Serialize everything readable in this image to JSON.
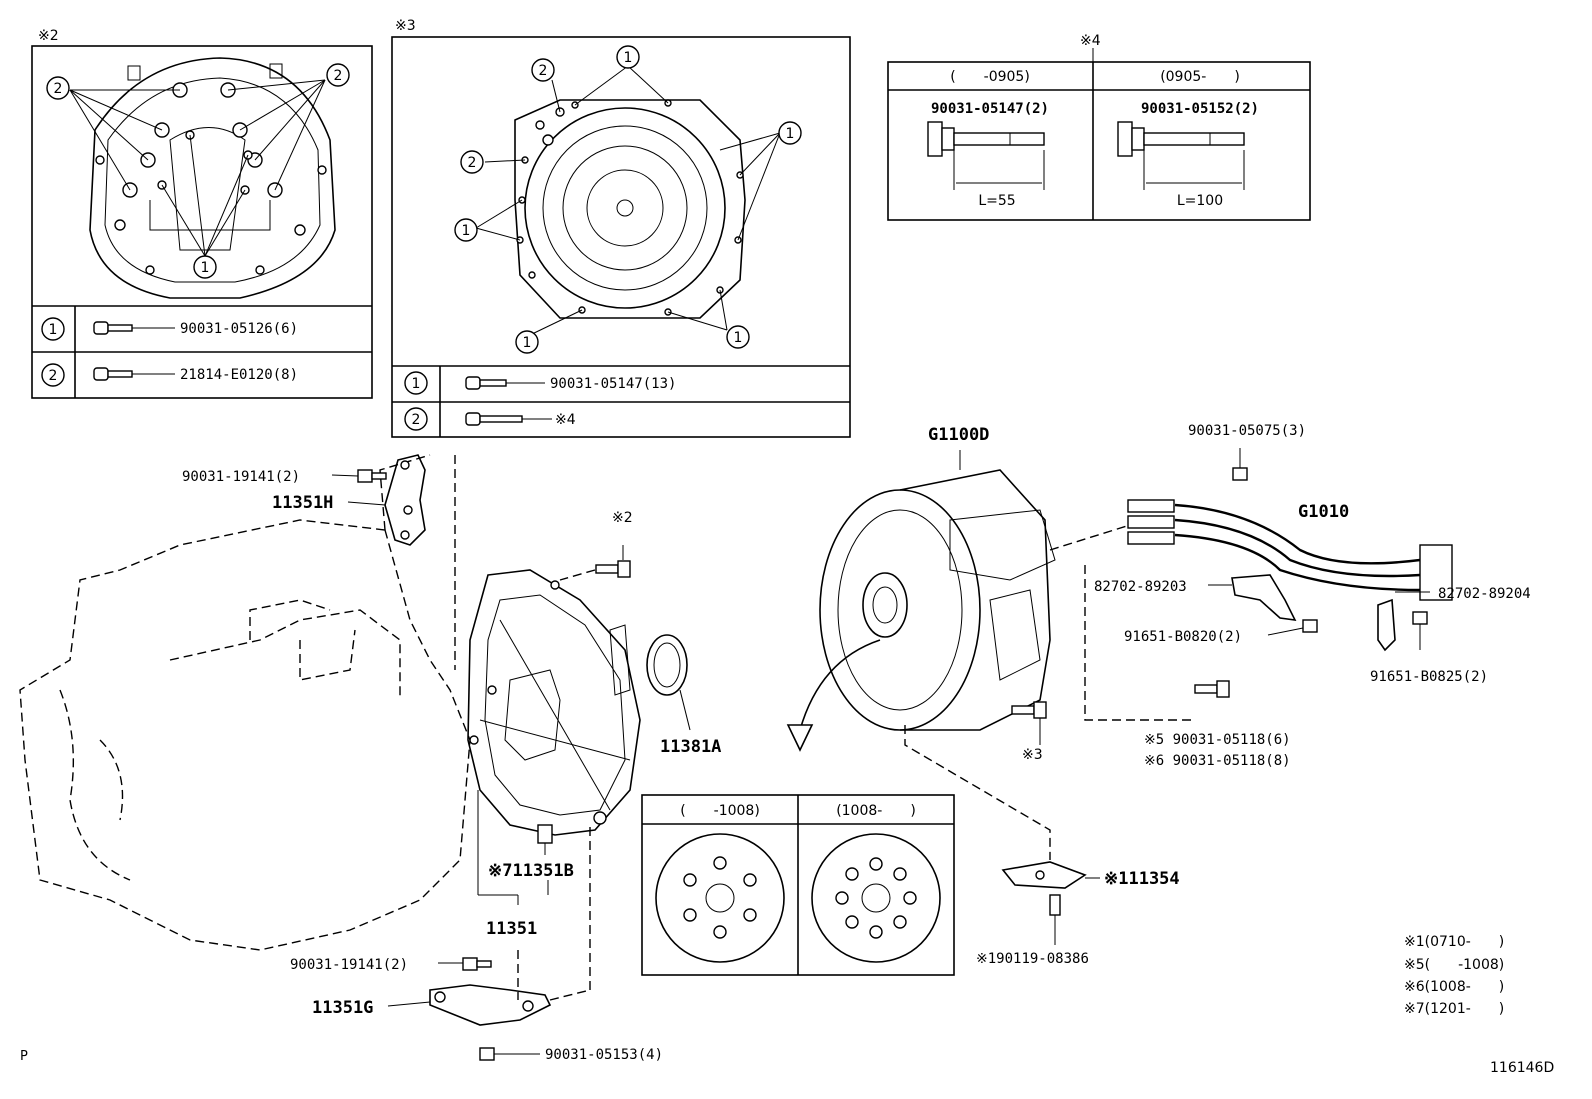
{
  "inset2": {
    "note": "※2",
    "callouts": {
      "one": "1",
      "two": "2"
    },
    "rows": [
      {
        "num": "1",
        "part": "90031-05126(6)"
      },
      {
        "num": "2",
        "part": "21814-E0120(8)"
      }
    ]
  },
  "inset3": {
    "note": "※3",
    "callouts": {
      "one": "1",
      "two": "2"
    },
    "rows": [
      {
        "num": "1",
        "part": "90031-05147(13)"
      },
      {
        "num": "2",
        "part": "※4"
      }
    ]
  },
  "inset4": {
    "note": "※4",
    "columns": [
      {
        "range": "(　　-0905)",
        "part": "90031-05147(2)",
        "length": "L=55"
      },
      {
        "range": "(0905-　　)",
        "part": "90031-05152(2)",
        "length": "L=100"
      }
    ]
  },
  "flywheel_variants": {
    "columns": [
      {
        "range": "(　　-1008)"
      },
      {
        "range": "(1008-　　)"
      }
    ]
  },
  "labels": {
    "p_19141_top": "90031-19141(2)",
    "p_11351H": "11351H",
    "p_note2": "※2",
    "p_11381A": "11381A",
    "p_11351B": "※711351B",
    "p_11351": "11351",
    "p_19141_bottom": "90031-19141(2)",
    "p_11351G": "11351G",
    "p_05153": "90031-05153(4)",
    "p_G1100D": "G1100D",
    "p_05075": "90031-05075(3)",
    "p_G1010": "G1010",
    "p_89203": "82702-89203",
    "p_89204": "82702-89204",
    "p_B0820": "91651-B0820(2)",
    "p_B0825": "91651-B0825(2)",
    "p_note3": "※3",
    "p_05118_5": "※5 90031-05118(6)",
    "p_05118_6": "※6 90031-05118(8)",
    "p_111354": "※111354",
    "p_08386": "※190119-08386"
  },
  "footnotes": [
    "※1(0710-　　)",
    "※5(　　-1008)",
    "※6(1008-　　)",
    "※7(1201-　　)"
  ],
  "corner_p": "P",
  "diagram_id": "116146D"
}
